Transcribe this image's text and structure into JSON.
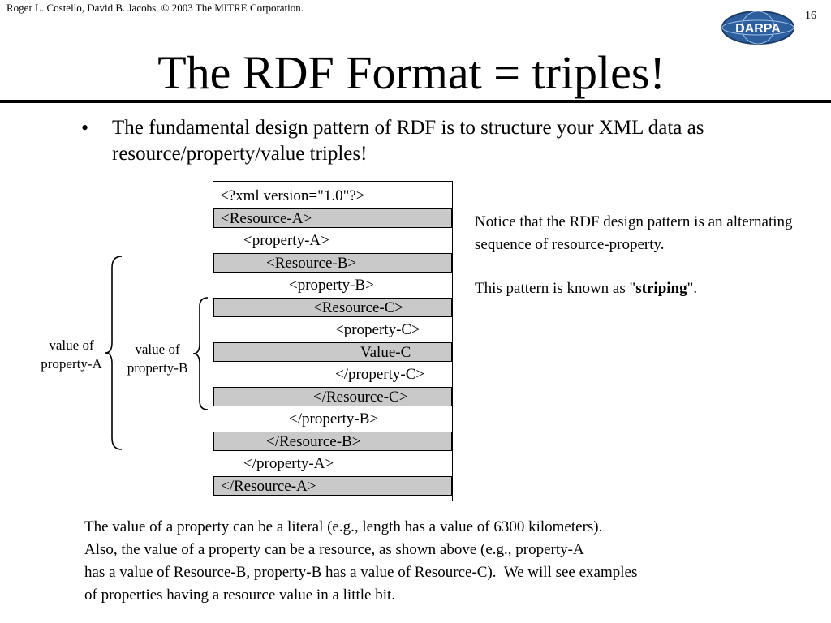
{
  "header": {
    "copyright": "Roger L. Costello, David B. Jacobs. © 2003 The MITRE Corporation.",
    "page_number": "16",
    "logo_text": "DARPA"
  },
  "title": "The RDF Format = triples!",
  "bullet": {
    "marker": "•",
    "text": "The fundamental design pattern of RDF is to structure your XML data as resource/property/value triples!"
  },
  "code_lines": [
    "<?xml version=\"1.0\"?>",
    "<Resource-A>",
    "<property-A>",
    "<Resource-B>",
    "<property-B>",
    "<Resource-C>",
    "<property-C>",
    "Value-C",
    "</property-C>",
    "</Resource-C>",
    "</property-B>",
    "</Resource-B>",
    "</property-A>",
    "</Resource-A>"
  ],
  "brace_labels": {
    "property_a": [
      "value of",
      "property-A"
    ],
    "property_b": [
      "value of",
      "property-B"
    ]
  },
  "notice": {
    "line1": "Notice that the RDF design pattern is an alternating sequence of resource-property.",
    "line2_prefix": "This pattern is known as \"",
    "line2_bold": "striping",
    "line2_suffix": "\"."
  },
  "bottom_paragraph": [
    "The value of a property can be a literal (e.g., length has a value of 6300 kilometers).",
    "Also, the value of a property can be a resource, as shown above (e.g., property-A",
    "has a value of Resource-B, property-B has a value of Resource-C).  We will see examples",
    "of properties having a resource value in a little bit."
  ],
  "colors": {
    "shaded_row": "#c9c9c9",
    "logo_blue": "#2d5f9e"
  }
}
